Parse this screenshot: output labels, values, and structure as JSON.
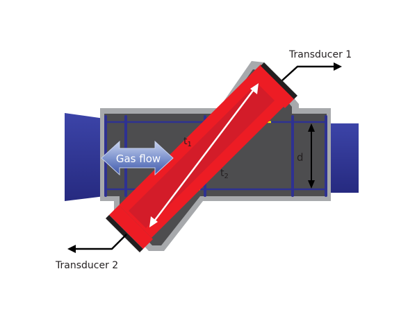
{
  "labels": {
    "transducer_1": "Transducer 1",
    "transducer_2": "Transducer 2",
    "gas_flow": "Gas flow",
    "t1": "t",
    "t1_sub": "1",
    "t2": "t",
    "t2_sub": "2",
    "diameter": "d"
  },
  "colors": {
    "pipe_body": "#4d4d4f",
    "pipe_rim": "#a7a9ac",
    "flange_blue": "#2e3192",
    "beam_red": "#ed1c24",
    "beam_dark_red": "#be1e2d",
    "transducer_face": "#231f20",
    "path_dash": "#fff200",
    "gas_flow_arrow": "#8fa3d9",
    "text": "#231f20"
  },
  "icons": {
    "flow_arrow": "double-headed-arrow-icon",
    "pointer_arrow": "bent-arrow-icon"
  }
}
